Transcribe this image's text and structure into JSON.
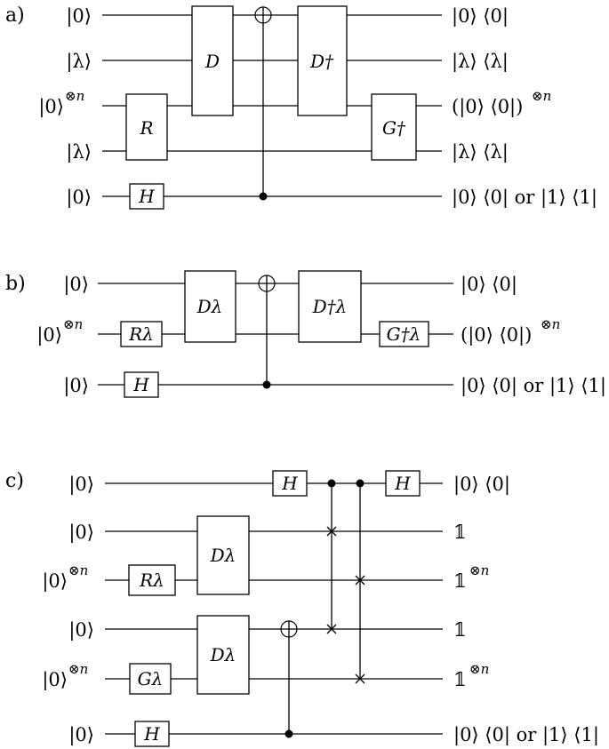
{
  "panels": {
    "a": {
      "label": "a)",
      "inputs": [
        "|0⟩",
        "|λ⟩",
        "|0⟩",
        "|λ⟩",
        "|0⟩"
      ],
      "input_superscripts": [
        "",
        "",
        "⊗n",
        "",
        ""
      ],
      "outputs": [
        "|0⟩ ⟨0|",
        "|λ⟩ ⟨λ|",
        "(|0⟩ ⟨0|)",
        "|λ⟩ ⟨λ|",
        "|0⟩ ⟨0|  or  |1⟩ ⟨1|"
      ],
      "output_superscripts": [
        "",
        "",
        "⊗n",
        "",
        ""
      ],
      "gates": {
        "R": "R",
        "D": "D",
        "D_dag": "D†",
        "G_dag": "G†",
        "H": "H"
      }
    },
    "b": {
      "label": "b)",
      "inputs": [
        "|0⟩",
        "|0⟩",
        "|0⟩"
      ],
      "input_superscripts": [
        "",
        "⊗n",
        ""
      ],
      "outputs": [
        "|0⟩ ⟨0|",
        "(|0⟩ ⟨0|)",
        "|0⟩ ⟨0|  or  |1⟩ ⟨1|"
      ],
      "output_superscripts": [
        "",
        "⊗n",
        ""
      ],
      "gates": {
        "R": "Rλ",
        "D": "Dλ",
        "D_dag": "D†λ",
        "G_dag": "G†λ",
        "H": "H"
      }
    },
    "c": {
      "label": "c)",
      "inputs": [
        "|0⟩",
        "|0⟩",
        "|0⟩",
        "|0⟩",
        "|0⟩",
        "|0⟩"
      ],
      "input_superscripts": [
        "",
        "",
        "⊗n",
        "",
        "⊗n",
        ""
      ],
      "outputs": [
        "|0⟩ ⟨0|",
        "𝟙",
        "𝟙",
        "𝟙",
        "𝟙",
        "|0⟩ ⟨0|  or  |1⟩ ⟨1|"
      ],
      "output_superscripts": [
        "",
        "",
        "⊗n",
        "",
        "⊗n",
        ""
      ],
      "gates": {
        "R": "Rλ",
        "G": "Gλ",
        "D1": "Dλ",
        "D2": "Dλ",
        "H1": "H",
        "H2": "H",
        "H3": "H"
      }
    }
  }
}
